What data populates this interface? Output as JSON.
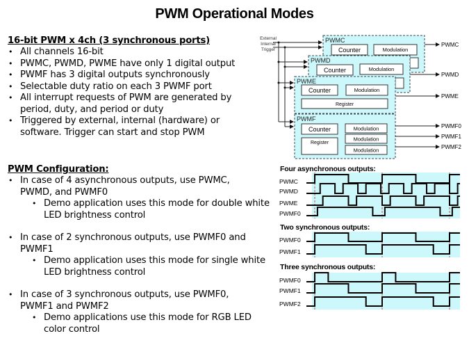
{
  "title": "PWM Operational Modes",
  "section1": {
    "heading": "16-bit PWM x 4ch (3 synchronous ports)",
    "bullets": [
      "All channels 16-bit",
      "PWMC, PWMD, PWME have only 1 digital output",
      "PWMF has 3 digital outputs synchronously",
      "Selectable duty ratio on each 3 PWMF port",
      "All interrupt requests of PWM are generated by period, duty, and period or duty",
      "Triggered by external, internal (hardware) or software. Trigger can start and stop PWM"
    ]
  },
  "section2": {
    "heading": "PWM Configuration:",
    "items": [
      {
        "text": "In case of 4 asynchronous outputs, use PWMC, PWMD, and PWMF0",
        "sub": "Demo application uses this mode for double white LED brightness control"
      },
      {
        "text": "In case of 2 synchronous outputs, use PWMF0 and PWMF1",
        "sub": "Demo application uses this mode for single white LED brightness control"
      },
      {
        "text": "In case of 3 synchronous outputs, use PWMF0, PWMF1 and PWMF2",
        "sub": "Demo applications use this mode for RGB LED color control"
      }
    ]
  },
  "block_diagram": {
    "trigger_label": [
      "External",
      "Internal",
      "Trigger"
    ],
    "blocks": [
      {
        "name": "PWMC",
        "counter": "Counter",
        "modulation": [
          "Modulation"
        ],
        "outputs": [
          "PWMC"
        ]
      },
      {
        "name": "PWMD",
        "counter": "Counter",
        "modulation": [
          "Modulation"
        ],
        "outputs": [
          "PWMD"
        ]
      },
      {
        "name": "PWME",
        "counter": "Counter",
        "modulation": [
          "Modulation"
        ],
        "register": "Register",
        "outputs": [
          "PWME"
        ]
      },
      {
        "name": "PWMF",
        "counter": "Counter",
        "modulation": [
          "Modulation",
          "Modulation",
          "Modulation"
        ],
        "register": "Register",
        "outputs": [
          "PWMF0",
          "PWMF1",
          "PWMF2"
        ]
      }
    ],
    "colors": {
      "block_fill": "#ccf7fb",
      "border": "#3a4a55"
    }
  },
  "timing": {
    "colors": {
      "fill": "#ccf7fb",
      "line": "#000000",
      "period_marker": "#b03030"
    },
    "periods": 2.25,
    "diagrams": [
      {
        "title": "Four asynchronous outputs:",
        "signals": [
          {
            "label": "PWMC",
            "edges": [
              [
                0,
                1
              ],
              [
                0.5,
                0
              ],
              [
                1,
                1
              ],
              [
                1.5,
                0
              ],
              [
                2,
                1
              ]
            ],
            "start": 0
          },
          {
            "label": "PWMD",
            "edges": [
              [
                0.08,
                1
              ],
              [
                0.3,
                0
              ],
              [
                0.42,
                1
              ],
              [
                0.64,
                0
              ],
              [
                0.76,
                1
              ],
              [
                0.98,
                0
              ],
              [
                1.1,
                1
              ],
              [
                1.32,
                0
              ],
              [
                1.44,
                1
              ],
              [
                1.66,
                0
              ],
              [
                1.78,
                1
              ],
              [
                2.0,
                0
              ],
              [
                2.12,
                1
              ]
            ],
            "start": 0
          },
          {
            "label": "PWME",
            "edges": [
              [
                0.12,
                1
              ],
              [
                0.5,
                0
              ],
              [
                0.62,
                1
              ],
              [
                1.0,
                0
              ],
              [
                1.12,
                1
              ],
              [
                1.5,
                0
              ],
              [
                1.62,
                1
              ],
              [
                2.0,
                0
              ],
              [
                2.12,
                1
              ]
            ],
            "start": 0
          },
          {
            "label": "PWMF0",
            "edges": [
              [
                0.04,
                1
              ],
              [
                0.86,
                0
              ],
              [
                1.04,
                1
              ],
              [
                1.86,
                0
              ],
              [
                2.04,
                1
              ]
            ],
            "start": 0
          }
        ]
      },
      {
        "title": "Two synchronous outputs:",
        "signals": [
          {
            "label": "PWMF0",
            "edges": [
              [
                0,
                1
              ],
              [
                0.5,
                0
              ],
              [
                1,
                1
              ],
              [
                1.5,
                0
              ],
              [
                2,
                1
              ]
            ],
            "start": 0
          },
          {
            "label": "PWMF1",
            "edges": [
              [
                0,
                1
              ],
              [
                0.76,
                0
              ],
              [
                1,
                1
              ],
              [
                1.76,
                0
              ],
              [
                2,
                1
              ]
            ],
            "start": 0
          }
        ]
      },
      {
        "title": "Three synchronous outputs:",
        "signals": [
          {
            "label": "PWMF0",
            "edges": [
              [
                0,
                1
              ],
              [
                0.2,
                0
              ],
              [
                1,
                1
              ],
              [
                1.2,
                0
              ],
              [
                2,
                1
              ]
            ],
            "start": 0
          },
          {
            "label": "PWMF1",
            "edges": [
              [
                0,
                1
              ],
              [
                0.5,
                0
              ],
              [
                1,
                1
              ],
              [
                1.5,
                0
              ],
              [
                2,
                1
              ]
            ],
            "start": 0
          },
          {
            "label": "PWMF2",
            "edges": [
              [
                0,
                1
              ],
              [
                0.76,
                0
              ],
              [
                1,
                1
              ],
              [
                1.76,
                0
              ],
              [
                2,
                1
              ]
            ],
            "start": 0
          }
        ]
      }
    ]
  }
}
